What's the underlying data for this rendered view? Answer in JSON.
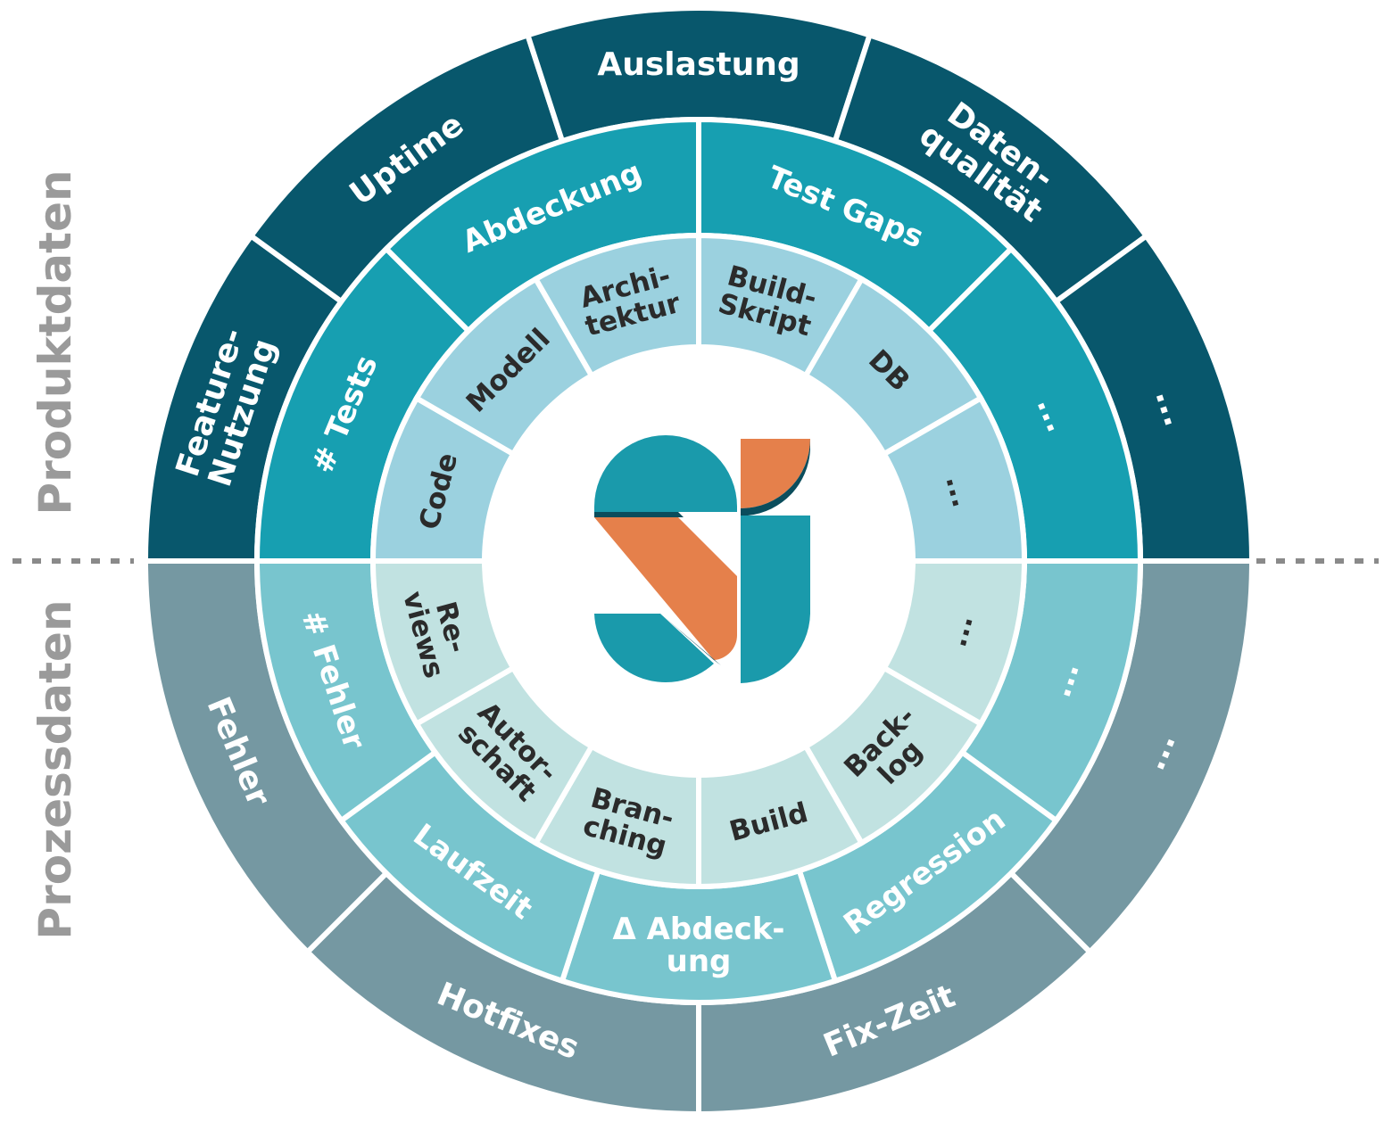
{
  "colors": {
    "produkt_outer": "#08576c",
    "produkt_middle": "#179fb1",
    "produkt_inner": "#9bd1df",
    "prozess_outer": "#7598a2",
    "prozess_middle": "#78c5ce",
    "prozess_inner": "#c1e2e1",
    "text_light": "#ffffff",
    "text_dark": "#2b2b2b",
    "side_label": "#9a9a9a",
    "divider": "#8a8a8a",
    "logo_teal": "#1a9aab",
    "logo_orange": "#e5804b",
    "logo_shadow": "#0b4d5c"
  },
  "side_labels": {
    "produkt": "Produktdaten",
    "prozess": "Prozessdaten"
  },
  "logo": {
    "name": "logo-icon"
  },
  "rings": {
    "outer": {
      "produkt": [
        {
          "lines": [
            "Feature-",
            "Nutzung"
          ]
        },
        {
          "lines": [
            "Uptime"
          ]
        },
        {
          "lines": [
            "Auslastung"
          ]
        },
        {
          "lines": [
            "Daten-",
            "qualität"
          ]
        },
        {
          "lines": [
            "..."
          ]
        }
      ],
      "prozess": [
        {
          "lines": [
            "..."
          ]
        },
        {
          "lines": [
            "Fix-Zeit"
          ]
        },
        {
          "lines": [
            "Hotfixes"
          ]
        },
        {
          "lines": [
            "Fehler"
          ]
        }
      ]
    },
    "middle": {
      "produkt": [
        {
          "lines": [
            "# Tests"
          ]
        },
        {
          "lines": [
            "Abdeckung"
          ]
        },
        {
          "lines": [
            "Test Gaps"
          ]
        },
        {
          "lines": [
            "..."
          ]
        }
      ],
      "prozess": [
        {
          "lines": [
            "..."
          ]
        },
        {
          "lines": [
            "Regression"
          ]
        },
        {
          "lines": [
            "Δ Abdeck-",
            "ung"
          ]
        },
        {
          "lines": [
            "Laufzeit"
          ]
        },
        {
          "lines": [
            "# Fehler"
          ]
        }
      ]
    },
    "inner": {
      "produkt": [
        {
          "lines": [
            "Code"
          ]
        },
        {
          "lines": [
            "Modell"
          ]
        },
        {
          "lines": [
            "Archi-",
            "tektur"
          ]
        },
        {
          "lines": [
            "Build-",
            "Skript"
          ]
        },
        {
          "lines": [
            "DB"
          ]
        },
        {
          "lines": [
            "..."
          ]
        }
      ],
      "prozess": [
        {
          "lines": [
            "..."
          ]
        },
        {
          "lines": [
            "Back-",
            "log"
          ]
        },
        {
          "lines": [
            "Build"
          ]
        },
        {
          "lines": [
            "Bran-",
            "ching"
          ]
        },
        {
          "lines": [
            "Autor-",
            "schaft"
          ]
        },
        {
          "lines": [
            "Re-",
            "views"
          ]
        }
      ]
    }
  }
}
